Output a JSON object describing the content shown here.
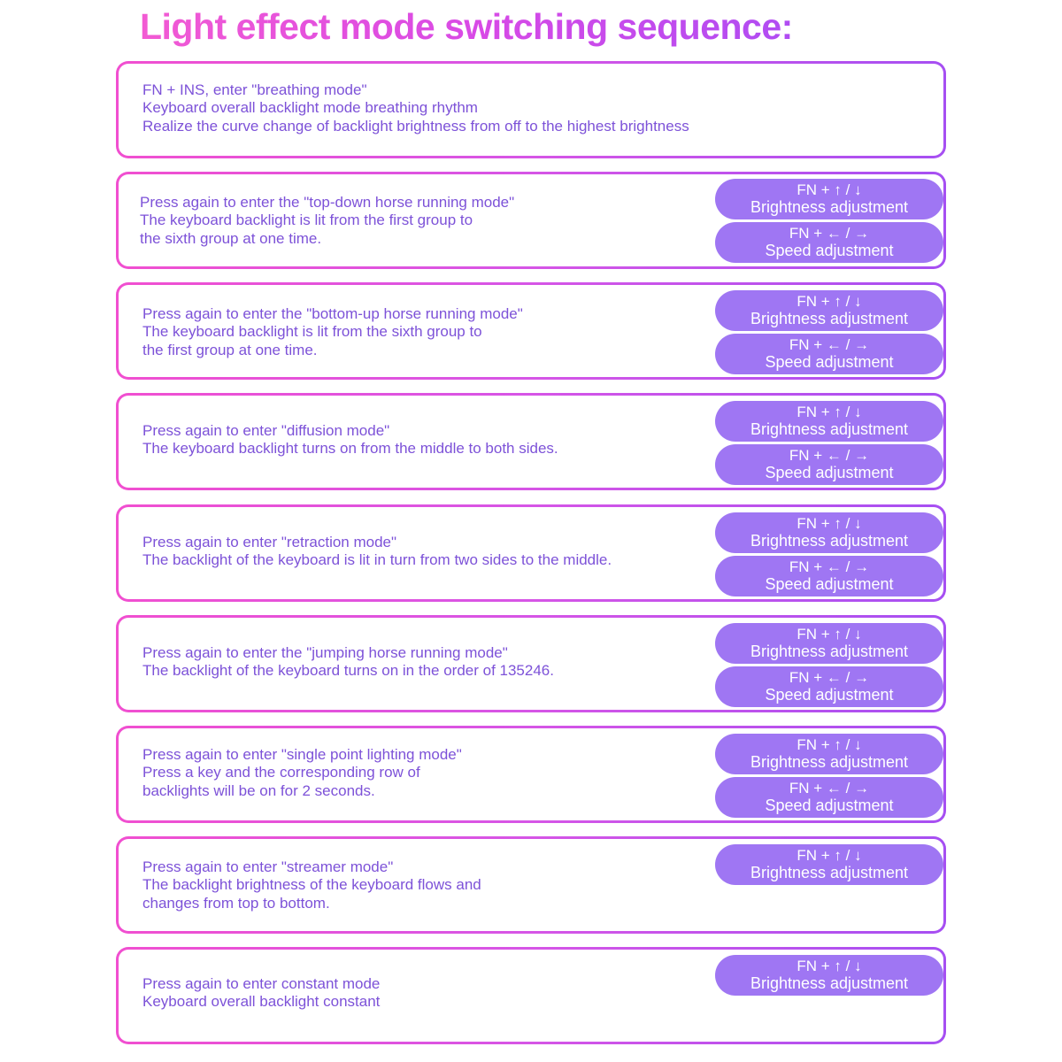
{
  "title": "Light effect mode switching sequence:",
  "shortcuts": {
    "brightness_keys": "FN + ↑ / ↓",
    "brightness_label": "Brightness adjustment",
    "speed_keys": "FN + ← / →",
    "speed_label": "Speed adjustment"
  },
  "modes": [
    {
      "lines": [
        "FN + INS, enter \"breathing mode\"",
        "Keyboard overall backlight mode breathing rhythm",
        "Realize the curve change of backlight brightness from off to the highest brightness"
      ]
    },
    {
      "lines": [
        "Press again to enter the \"top-down horse running mode\"",
        "The keyboard backlight is lit from the first group to",
        "the sixth group at one time."
      ]
    },
    {
      "lines": [
        "Press again to enter the \"bottom-up horse running mode\"",
        "The keyboard backlight is lit from the sixth group to",
        "the first group at one time."
      ]
    },
    {
      "lines": [
        "Press again to enter \"diffusion mode\"",
        "The keyboard backlight turns on from the middle to both sides."
      ]
    },
    {
      "lines": [
        "Press again to enter \"retraction mode\"",
        "The backlight of the keyboard is lit in turn from two sides to the middle."
      ]
    },
    {
      "lines": [
        "Press again to enter the \"jumping horse running mode\"",
        "The backlight of the keyboard turns on in the order of 135246."
      ]
    },
    {
      "lines": [
        "Press again to enter \"single point lighting mode\"",
        "Press a key and the corresponding row of",
        "backlights will be on for 2 seconds."
      ]
    },
    {
      "lines": [
        "Press again to enter \"streamer mode\"",
        "The backlight brightness of the keyboard flows and",
        "changes from top to bottom."
      ]
    },
    {
      "lines": [
        "Press again to enter constant mode",
        "Keyboard overall backlight constant"
      ]
    }
  ]
}
